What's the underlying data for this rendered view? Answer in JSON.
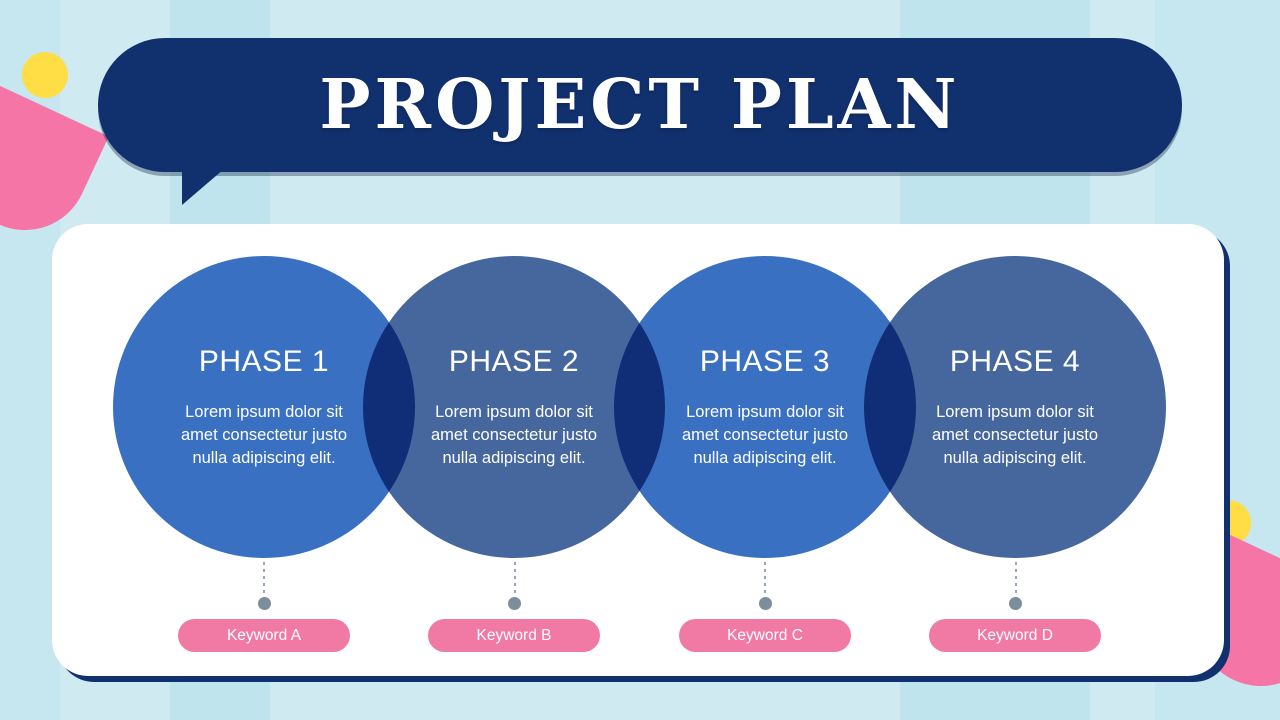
{
  "slide": {
    "title": "PROJECT PLAN",
    "background_color": "#cfeaf1",
    "card_color": "#ffffff",
    "title_bubble_color": "#11306e"
  },
  "decorations": {
    "yellow_circle_top_left": "yellow-circle",
    "pink_semicircle_top_left": "pink-semicircle",
    "yellow_circle_bottom_right": "yellow-circle",
    "pink_semicircle_bottom_right": "pink-semicircle",
    "yellow": "#ffdd45",
    "pink": "#f576a6"
  },
  "phases": [
    {
      "title": "PHASE 1",
      "body": "Lorem ipsum dolor sit amet consectetur justo nulla adipiscing elit.",
      "color": "#3a70c2",
      "keyword": "Keyword A"
    },
    {
      "title": "PHASE 2",
      "body": "Lorem ipsum dolor sit amet consectetur justo nulla adipiscing elit.",
      "color": "#45679d",
      "keyword": "Keyword B"
    },
    {
      "title": "PHASE 3",
      "body": "Lorem ipsum dolor sit amet consectetur justo nulla adipiscing elit.",
      "color": "#3a70c2",
      "keyword": "Keyword C"
    },
    {
      "title": "PHASE 4",
      "body": "Lorem ipsum dolor sit amet consectetur justo nulla adipiscing elit.",
      "color": "#45679d",
      "keyword": "Keyword D"
    }
  ],
  "keyword_pill_color": "#f07aa3",
  "connector_dot_color": "#7d8d9b"
}
